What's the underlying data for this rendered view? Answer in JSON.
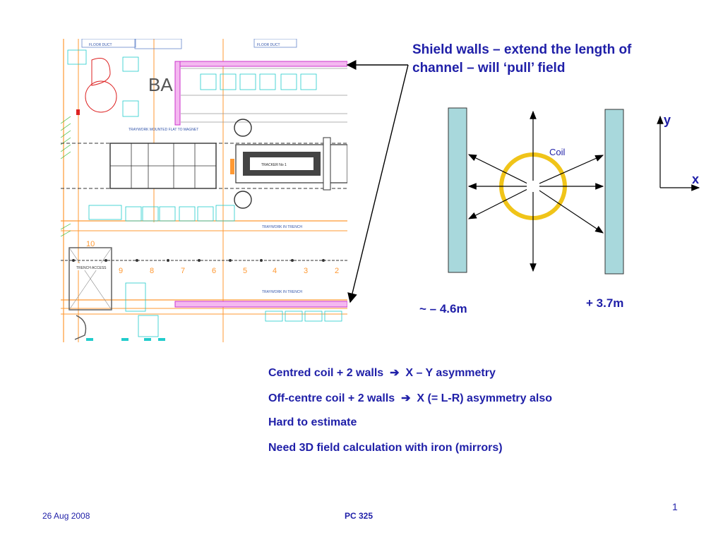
{
  "title": "Shield walls – extend the length of channel – will ‘pull’ field",
  "diagram": {
    "coil_label": "Coil",
    "axis_y": "y",
    "axis_x": "x",
    "left_distance": "~ – 4.6m",
    "right_distance": "+ 3.7m",
    "wall_color": "#a8d8dc",
    "coil_color": "#f0c419"
  },
  "drawing_labels": {
    "floor_duct_a": "FLOOR DUCT",
    "floor_duct_b": "FLOOR DUCT",
    "tray_magnet": "TRAYWORK MOUNTED FLAT TO MAGNET",
    "tracker": "TRACKER No 1",
    "tray_trench_1": "TRAYWORK IN TRENCH",
    "tray_trench_2": "TRAYWORK IN TRENCH",
    "trench_access": "TRENCH ACCESS",
    "positions": [
      "10",
      "9",
      "8",
      "7",
      "6",
      "5",
      "4",
      "3",
      "2"
    ]
  },
  "bullets": [
    {
      "pre": "Centred coil + 2 walls",
      "post": "X – Y asymmetry"
    },
    {
      "pre": "Off-centre coil + 2 walls",
      "post": "X (= L-R) asymmetry also"
    },
    {
      "pre": "Hard to estimate",
      "post": ""
    },
    {
      "pre": "Need 3D field calculation with iron (mirrors)",
      "post": ""
    }
  ],
  "footer": {
    "date": "26 Aug 2008",
    "center": "PC 325",
    "page": "1"
  }
}
